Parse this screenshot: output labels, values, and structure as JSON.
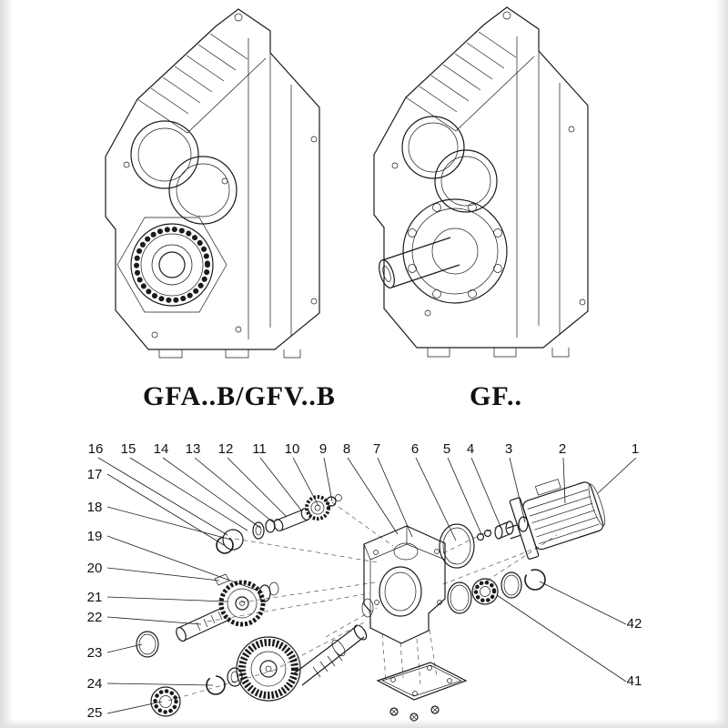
{
  "colors": {
    "line": "#1b1b1b",
    "background": "#ffffff"
  },
  "labels": {
    "left_model": "GFA..B/GFV..B",
    "right_model": "GF.."
  },
  "exploded": {
    "top_numbers": [
      "16",
      "15",
      "14",
      "13",
      "12",
      "11",
      "10",
      "9",
      "8",
      "7",
      "6",
      "5",
      "4",
      "3",
      "2",
      "1"
    ],
    "left_numbers": [
      "17",
      "18",
      "19",
      "20",
      "21",
      "22",
      "23",
      "24",
      "25"
    ],
    "right_numbers": [
      "42",
      "41"
    ]
  }
}
